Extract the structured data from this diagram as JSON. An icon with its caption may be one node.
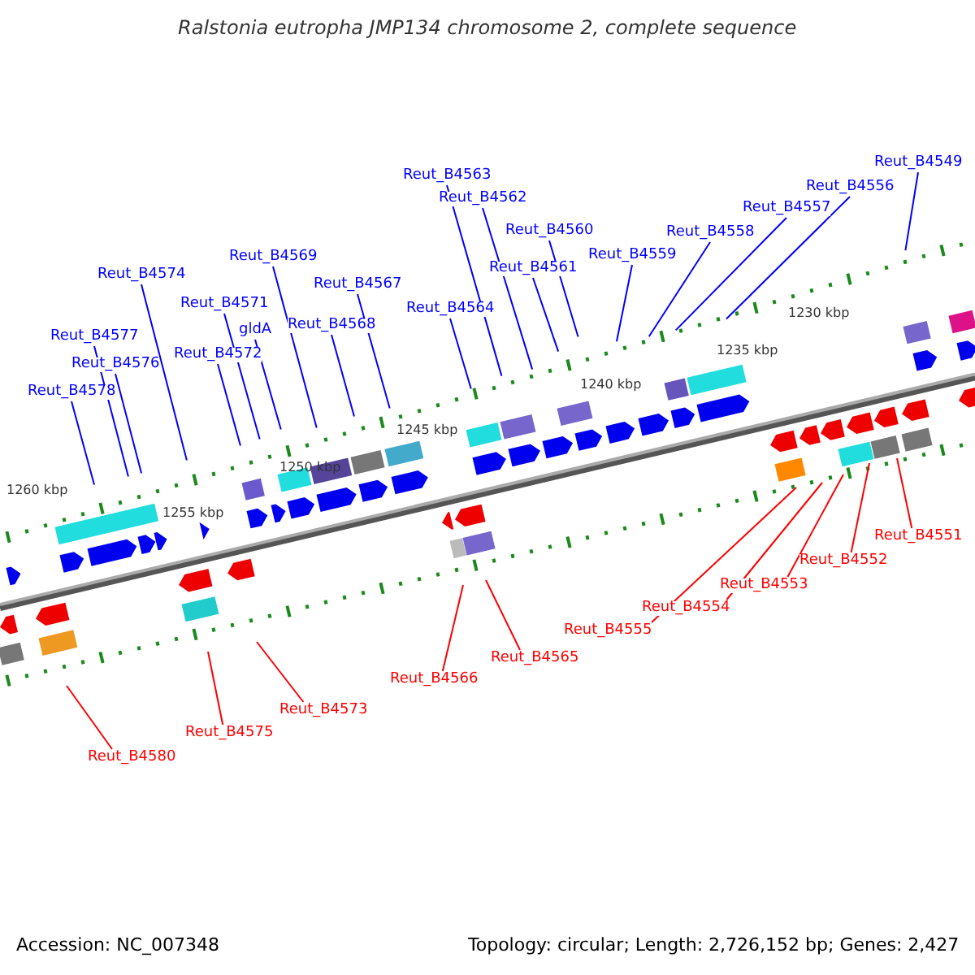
{
  "diagram": {
    "title": "Ralstonia eutropha JMP134 chromosome 2, complete sequence",
    "nodes": [
      {
        "text": [
          "Reut_B4549"
        ]
      },
      {
        "text": [
          "Reut_B4563"
        ]
      },
      {
        "text": [
          "Reut_B4556"
        ]
      },
      {
        "text": [
          "Reut_B4562"
        ]
      },
      {
        "text": [
          "Reut_B4557"
        ]
      },
      {
        "text": [
          "Reut_B4560"
        ]
      },
      {
        "text": [
          "Reut_B4558"
        ]
      },
      {
        "text": [
          "Reut_B4569"
        ]
      },
      {
        "text": [
          "Reut_B4559"
        ]
      },
      {
        "text": [
          "Reut_B4561"
        ]
      },
      {
        "text": [
          "Reut_B4574"
        ]
      },
      {
        "text": [
          "Reut_B4567"
        ]
      },
      {
        "text": [
          "Reut_B4571"
        ]
      },
      {
        "text": [
          "Reut_B4564"
        ]
      },
      {
        "text": [
          "gldA"
        ]
      },
      {
        "text": [
          "Reut_B4568"
        ]
      },
      {
        "text": [
          "Reut_B4577"
        ]
      },
      {
        "text": [
          "Reut_B4572"
        ]
      },
      {
        "text": [
          "Reut_B4576"
        ]
      },
      {
        "text": [
          "Reut_B4578"
        ]
      },
      {
        "text": [
          "Reut_B4551"
        ]
      },
      {
        "text": [
          "Reut_B4552"
        ]
      },
      {
        "text": [
          "Reut_B4553"
        ]
      },
      {
        "text": [
          "Reut_B4554"
        ]
      },
      {
        "text": [
          "Reut_B4555"
        ]
      },
      {
        "text": [
          "Reut_B4565"
        ]
      },
      {
        "text": [
          "Reut_B4566"
        ]
      },
      {
        "text": [
          "Reut_B4573"
        ]
      },
      {
        "text": [
          "Reut_B4575"
        ]
      },
      {
        "text": [
          "Reut_B4580"
        ]
      }
    ],
    "edges": [
      {
        "from": 0,
        "to": null,
        "arrow": "none"
      },
      {
        "from": 1,
        "to": null,
        "arrow": "none"
      },
      {
        "from": 2,
        "to": null,
        "arrow": "none"
      },
      {
        "from": 3,
        "to": null,
        "arrow": "none"
      },
      {
        "from": 4,
        "to": null,
        "arrow": "none"
      },
      {
        "from": 5,
        "to": null,
        "arrow": "none"
      },
      {
        "from": 6,
        "to": null,
        "arrow": "none"
      },
      {
        "from": 7,
        "to": null,
        "arrow": "none"
      },
      {
        "from": 8,
        "to": null,
        "arrow": "none"
      },
      {
        "from": 9,
        "to": null,
        "arrow": "none"
      },
      {
        "from": 10,
        "to": null,
        "arrow": "none"
      },
      {
        "from": 11,
        "to": null,
        "arrow": "none"
      },
      {
        "from": 12,
        "to": null,
        "arrow": "none"
      },
      {
        "from": 13,
        "to": null,
        "arrow": "none"
      },
      {
        "from": 14,
        "to": null,
        "arrow": "none"
      },
      {
        "from": 15,
        "to": null,
        "arrow": "none"
      },
      {
        "from": 16,
        "to": null,
        "arrow": "none"
      },
      {
        "from": 17,
        "to": null,
        "arrow": "none"
      },
      {
        "from": 18,
        "to": null,
        "arrow": "none"
      },
      {
        "from": 19,
        "to": null,
        "arrow": "none"
      },
      {
        "from": 20,
        "to": null,
        "arrow": "none",
        "color": "#ff0000"
      },
      {
        "from": 21,
        "to": null,
        "arrow": "none",
        "color": "#ff0000"
      },
      {
        "from": 22,
        "to": null,
        "arrow": "none",
        "color": "#ff0000"
      },
      {
        "from": 23,
        "to": null,
        "arrow": "none",
        "color": "#ff0000"
      },
      {
        "from": 24,
        "to": null,
        "arrow": "none",
        "color": "#ff0000"
      },
      {
        "from": 25,
        "to": null,
        "arrow": "none",
        "color": "#ff0000"
      },
      {
        "from": 26,
        "to": null,
        "arrow": "none",
        "color": "#ff0000"
      },
      {
        "from": 27,
        "to": null,
        "arrow": "none",
        "color": "#ff0000"
      },
      {
        "from": 28,
        "to": null,
        "arrow": "none",
        "color": "#ff0000"
      },
      {
        "from": 29,
        "to": null,
        "arrow": "none",
        "color": "#ff0000"
      }
    ],
    "labels": [
      "1230 kbp",
      "1235 kbp",
      "1240 kbp",
      "1245 kbp",
      "1250 kbp",
      "1255 kbp",
      "1260 kbp",
      "Accession: NC_007348",
      "Topology: circular; Length: 2,726,152 bp; Genes: 2,427"
    ]
  }
}
